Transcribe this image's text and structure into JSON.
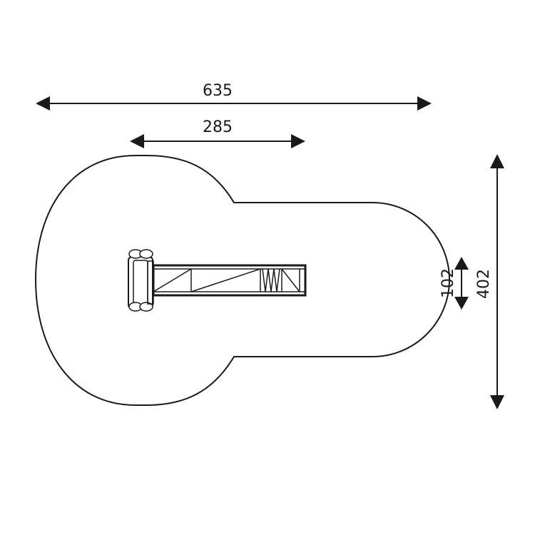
{
  "dimensions": {
    "total_width": "635",
    "equipment_length": "285",
    "equipment_width": "102",
    "total_depth": "402"
  },
  "colors": {
    "line": "#1a1a1a",
    "background": "#ffffff"
  },
  "icons": {
    "arrow": "triangle-arrowhead",
    "equipment": "slide-top-view"
  }
}
